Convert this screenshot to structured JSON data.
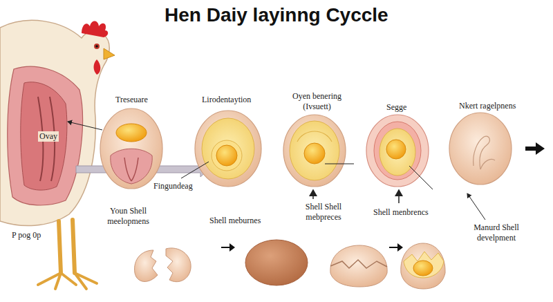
{
  "diagram": {
    "title": "Hen Daiy layinng Cyccle",
    "labels": [
      "Ovay",
      "Treseuare",
      "Lirodentaytion",
      "Oyen benering (Ivsuett)",
      "Segge",
      "Nkert ragelpnens",
      "Fingundeag",
      "Youn Shell meelopmens",
      "Shell meburnes",
      "Shell Shell mebpreces",
      "Shell menbrencs",
      "Manurd Shell develpment",
      "P pog 0p"
    ]
  }
}
